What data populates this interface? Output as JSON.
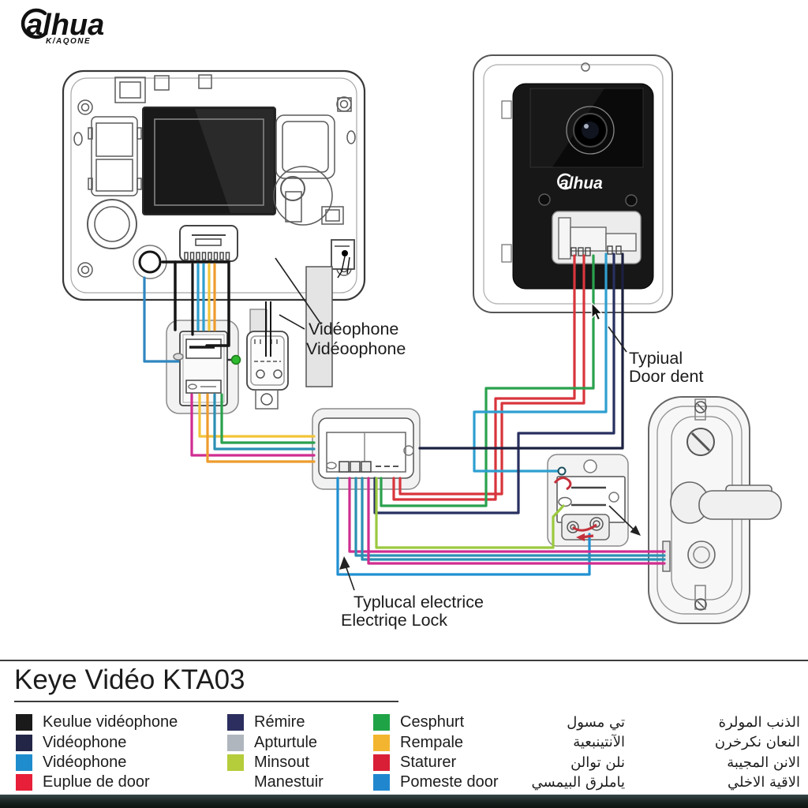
{
  "brand": {
    "name": "alhua",
    "tagline": "K/AQONE"
  },
  "device_logo": "alhua",
  "title": "Keye Vidéo KTA03",
  "annotations": {
    "videophone": [
      "Vidéophone",
      "Vidéoophone"
    ],
    "door": [
      "Typiual",
      "Door dent"
    ],
    "lock": [
      "Typlucal electrice",
      "Electriqe Lock"
    ]
  },
  "legend": {
    "col1": [
      {
        "swatch": "#1a1a1a",
        "label": "Keulue vidéophone"
      },
      {
        "swatch": "#232547",
        "label": "Vidéophone"
      },
      {
        "swatch": "#1f8ccd",
        "label": "Vidéophone"
      },
      {
        "swatch": "#e71f39",
        "label": "Euplue de door"
      }
    ],
    "col2": [
      {
        "swatch": "#2b2e5e",
        "label": "Rémire"
      },
      {
        "swatch": "#b0b6bd",
        "label": "Apturtule"
      },
      {
        "swatch": "#b5cd3b",
        "label": "Minsout"
      },
      {
        "swatch": "",
        "label": "Manestuir"
      }
    ],
    "col3": [
      {
        "swatch": "#1fa347",
        "label": "Cesphurt"
      },
      {
        "swatch": "#f3b52f",
        "label": "Rempale"
      },
      {
        "swatch": "#d91f36",
        "label": "Staturer"
      },
      {
        "swatch": "#2087cf",
        "label": "Pomeste door"
      }
    ],
    "col4": [
      "تي مسول",
      "الآنتينبعية",
      "نلن توالن",
      "ياملرق البيمسي"
    ],
    "col5": [
      "الذنب المولرة",
      "النعان نكرخرن",
      "الانن المجيبة",
      "الاقية الاخلي"
    ]
  },
  "wires": {
    "black": "#161616",
    "navyblack": "#1c2140",
    "navy": "#283060",
    "blue": "#2090d2",
    "skyblue": "#2e9fd0",
    "teal": "#2b8fb4",
    "yellow": "#f2c438",
    "orange": "#ee9c2e",
    "magenta": "#cf2d90",
    "red": "#d8353c",
    "green": "#2aa14e",
    "lightgreen": "#9bc93f",
    "speakerblue": "#2e86c0"
  }
}
